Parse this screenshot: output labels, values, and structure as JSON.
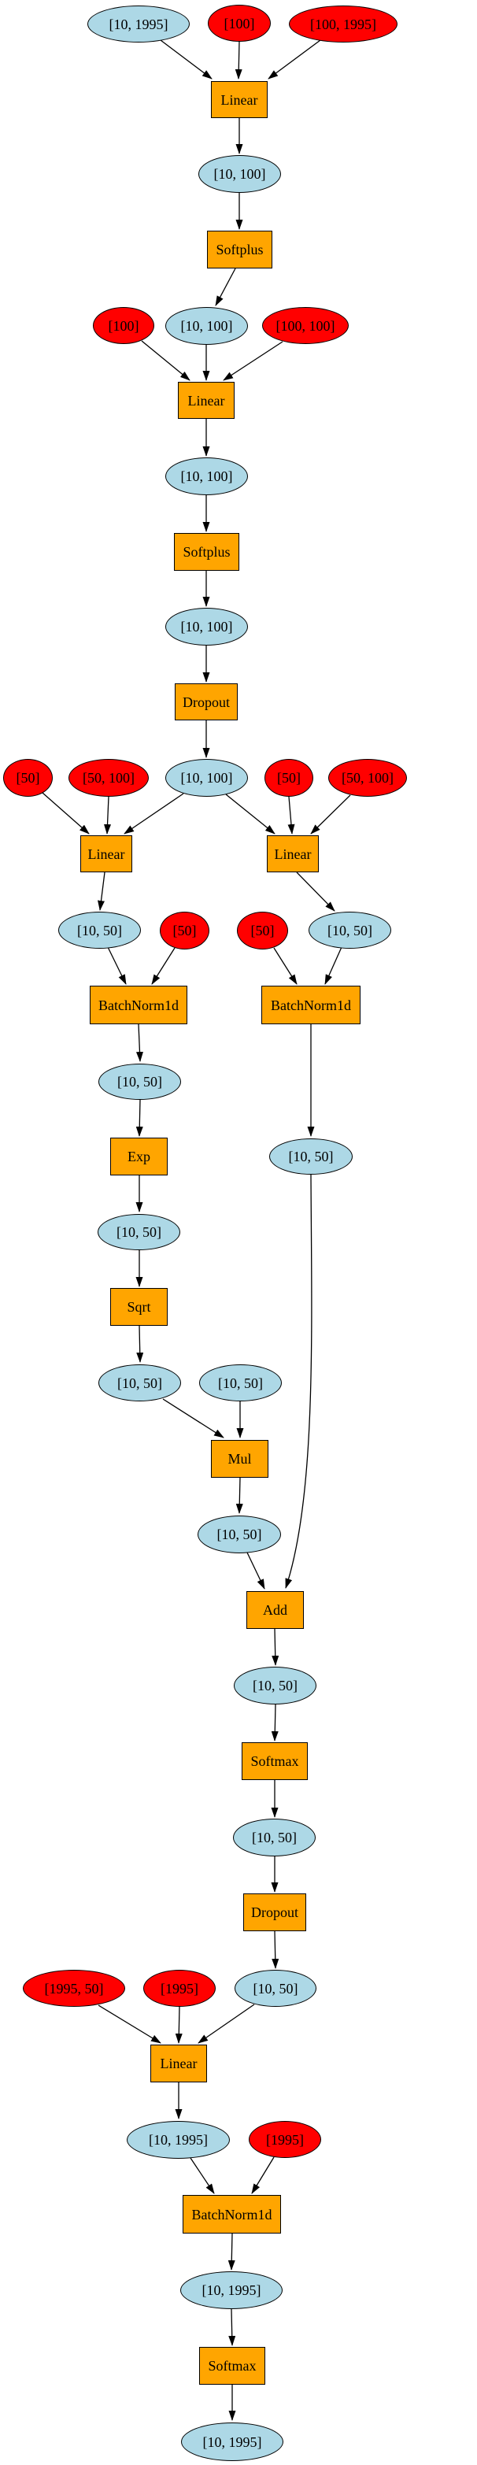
{
  "diagram": {
    "kind": "computational-graph",
    "colors": {
      "tensor_fill": "#add8e6",
      "param_fill": "#ff0000",
      "op_fill": "#ffa500",
      "edge": "#000000",
      "border": "#000000",
      "background": "#ffffff"
    },
    "nodes": [
      {
        "id": "n0",
        "label": "[10, 1995]",
        "type": "tensor"
      },
      {
        "id": "n1",
        "label": "[100]",
        "type": "param"
      },
      {
        "id": "n2",
        "label": "[100, 1995]",
        "type": "param"
      },
      {
        "id": "n3",
        "label": "Linear",
        "type": "op"
      },
      {
        "id": "n4",
        "label": "[10, 100]",
        "type": "tensor"
      },
      {
        "id": "n5",
        "label": "Softplus",
        "type": "op"
      },
      {
        "id": "n6",
        "label": "[100]",
        "type": "param"
      },
      {
        "id": "n7",
        "label": "[10, 100]",
        "type": "tensor"
      },
      {
        "id": "n8",
        "label": "[100, 100]",
        "type": "param"
      },
      {
        "id": "n9",
        "label": "Linear",
        "type": "op"
      },
      {
        "id": "n10",
        "label": "[10, 100]",
        "type": "tensor"
      },
      {
        "id": "n11",
        "label": "Softplus",
        "type": "op"
      },
      {
        "id": "n12",
        "label": "[10, 100]",
        "type": "tensor"
      },
      {
        "id": "n13",
        "label": "Dropout",
        "type": "op"
      },
      {
        "id": "n14",
        "label": "[10, 100]",
        "type": "tensor"
      },
      {
        "id": "n15",
        "label": "[50]",
        "type": "param"
      },
      {
        "id": "n16",
        "label": "[50, 100]",
        "type": "param"
      },
      {
        "id": "n17",
        "label": "[50]",
        "type": "param"
      },
      {
        "id": "n18",
        "label": "[50, 100]",
        "type": "param"
      },
      {
        "id": "n19",
        "label": "Linear",
        "type": "op"
      },
      {
        "id": "n20",
        "label": "Linear",
        "type": "op"
      },
      {
        "id": "n21",
        "label": "[10, 50]",
        "type": "tensor"
      },
      {
        "id": "n22",
        "label": "[50]",
        "type": "param"
      },
      {
        "id": "n23",
        "label": "[50]",
        "type": "param"
      },
      {
        "id": "n24",
        "label": "[10, 50]",
        "type": "tensor"
      },
      {
        "id": "n25",
        "label": "BatchNorm1d",
        "type": "op"
      },
      {
        "id": "n26",
        "label": "BatchNorm1d",
        "type": "op"
      },
      {
        "id": "n27",
        "label": "[10, 50]",
        "type": "tensor"
      },
      {
        "id": "n28",
        "label": "Exp",
        "type": "op"
      },
      {
        "id": "n29",
        "label": "[10, 50]",
        "type": "tensor"
      },
      {
        "id": "n30",
        "label": "[10, 50]",
        "type": "tensor"
      },
      {
        "id": "n31",
        "label": "Sqrt",
        "type": "op"
      },
      {
        "id": "n32",
        "label": "[10, 50]",
        "type": "tensor"
      },
      {
        "id": "n33",
        "label": "[10, 50]",
        "type": "tensor"
      },
      {
        "id": "n34",
        "label": "Mul",
        "type": "op"
      },
      {
        "id": "n35",
        "label": "[10, 50]",
        "type": "tensor"
      },
      {
        "id": "n36",
        "label": "Add",
        "type": "op"
      },
      {
        "id": "n37",
        "label": "[10, 50]",
        "type": "tensor"
      },
      {
        "id": "n38",
        "label": "Softmax",
        "type": "op"
      },
      {
        "id": "n39",
        "label": "[10, 50]",
        "type": "tensor"
      },
      {
        "id": "n40",
        "label": "Dropout",
        "type": "op"
      },
      {
        "id": "n41",
        "label": "[10, 50]",
        "type": "tensor"
      },
      {
        "id": "n42",
        "label": "[1995, 50]",
        "type": "param"
      },
      {
        "id": "n43",
        "label": "[1995]",
        "type": "param"
      },
      {
        "id": "n44",
        "label": "Linear",
        "type": "op"
      },
      {
        "id": "n45",
        "label": "[10, 1995]",
        "type": "tensor"
      },
      {
        "id": "n46",
        "label": "[1995]",
        "type": "param"
      },
      {
        "id": "n47",
        "label": "BatchNorm1d",
        "type": "op"
      },
      {
        "id": "n48",
        "label": "[10, 1995]",
        "type": "tensor"
      },
      {
        "id": "n49",
        "label": "Softmax",
        "type": "op"
      },
      {
        "id": "n50",
        "label": "[10, 1995]",
        "type": "tensor"
      }
    ],
    "edges": [
      {
        "from": "n0",
        "to": "n3"
      },
      {
        "from": "n1",
        "to": "n3"
      },
      {
        "from": "n2",
        "to": "n3"
      },
      {
        "from": "n3",
        "to": "n4"
      },
      {
        "from": "n4",
        "to": "n5"
      },
      {
        "from": "n5",
        "to": "n7"
      },
      {
        "from": "n6",
        "to": "n9"
      },
      {
        "from": "n7",
        "to": "n9"
      },
      {
        "from": "n8",
        "to": "n9"
      },
      {
        "from": "n9",
        "to": "n10"
      },
      {
        "from": "n10",
        "to": "n11"
      },
      {
        "from": "n11",
        "to": "n12"
      },
      {
        "from": "n12",
        "to": "n13"
      },
      {
        "from": "n13",
        "to": "n14"
      },
      {
        "from": "n15",
        "to": "n19"
      },
      {
        "from": "n16",
        "to": "n19"
      },
      {
        "from": "n14",
        "to": "n19"
      },
      {
        "from": "n14",
        "to": "n20"
      },
      {
        "from": "n17",
        "to": "n20"
      },
      {
        "from": "n18",
        "to": "n20"
      },
      {
        "from": "n19",
        "to": "n21"
      },
      {
        "from": "n20",
        "to": "n24"
      },
      {
        "from": "n21",
        "to": "n25"
      },
      {
        "from": "n22",
        "to": "n25"
      },
      {
        "from": "n23",
        "to": "n26"
      },
      {
        "from": "n24",
        "to": "n26"
      },
      {
        "from": "n25",
        "to": "n27"
      },
      {
        "from": "n27",
        "to": "n28"
      },
      {
        "from": "n26",
        "to": "n29"
      },
      {
        "from": "n28",
        "to": "n30"
      },
      {
        "from": "n30",
        "to": "n31"
      },
      {
        "from": "n31",
        "to": "n32"
      },
      {
        "from": "n32",
        "to": "n34"
      },
      {
        "from": "n33",
        "to": "n34"
      },
      {
        "from": "n34",
        "to": "n35"
      },
      {
        "from": "n35",
        "to": "n36"
      },
      {
        "from": "n29",
        "to": "n36"
      },
      {
        "from": "n36",
        "to": "n37"
      },
      {
        "from": "n37",
        "to": "n38"
      },
      {
        "from": "n38",
        "to": "n39"
      },
      {
        "from": "n39",
        "to": "n40"
      },
      {
        "from": "n40",
        "to": "n41"
      },
      {
        "from": "n42",
        "to": "n44"
      },
      {
        "from": "n43",
        "to": "n44"
      },
      {
        "from": "n41",
        "to": "n44"
      },
      {
        "from": "n44",
        "to": "n45"
      },
      {
        "from": "n45",
        "to": "n47"
      },
      {
        "from": "n46",
        "to": "n47"
      },
      {
        "from": "n47",
        "to": "n48"
      },
      {
        "from": "n48",
        "to": "n49"
      },
      {
        "from": "n49",
        "to": "n50"
      }
    ]
  }
}
